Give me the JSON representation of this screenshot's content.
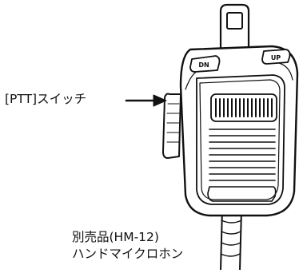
{
  "callout": {
    "label": "[PTT]スイッチ"
  },
  "buttons": {
    "down_label": "DN",
    "up_label": "UP"
  },
  "caption": {
    "line1": "別売品(HM-12)",
    "line2": "ハンドマイクロホン"
  },
  "colors": {
    "ink": "#111111",
    "paper": "#ffffff"
  }
}
